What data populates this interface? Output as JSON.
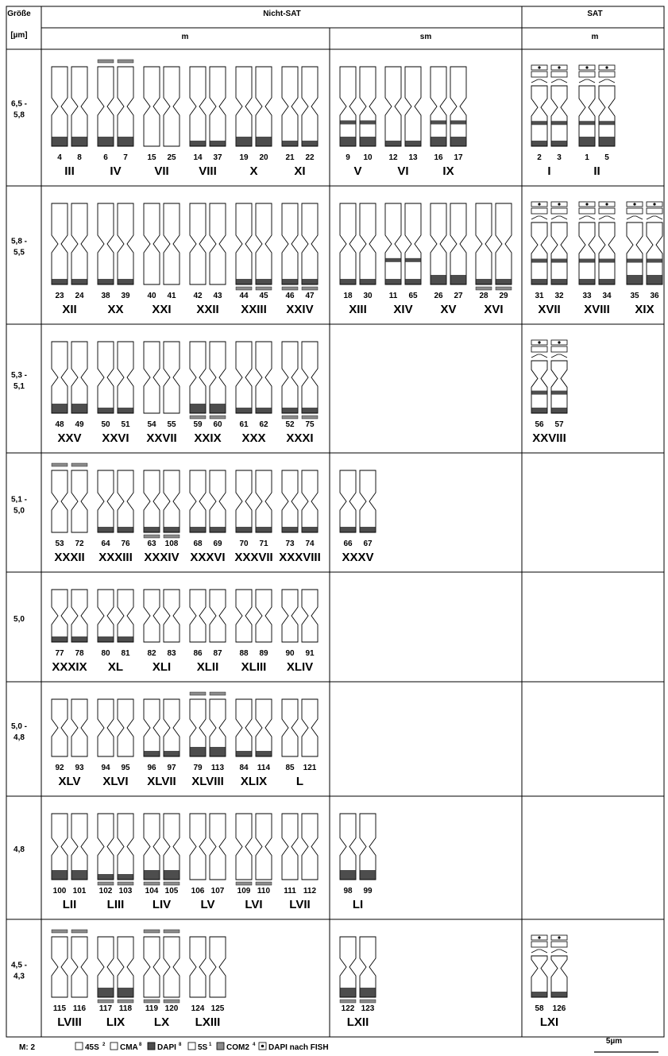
{
  "header": {
    "size_label_line1": "Größe",
    "size_label_line2": "[µm]",
    "group_nonsat": "Nicht-SAT",
    "group_sat": "SAT",
    "type_m": "m",
    "type_sm": "sm",
    "type_m_sat": "m"
  },
  "rows": [
    {
      "size": [
        "6,5 -",
        "5,8"
      ],
      "m": [
        {
          "nums": [
            "4",
            "8"
          ],
          "roman": "III",
          "features": [
            "dapi-bottom"
          ]
        },
        {
          "nums": [
            "6",
            "7"
          ],
          "roman": "IV",
          "features": [
            "dapi-bottom",
            "com2-top"
          ]
        },
        {
          "nums": [
            "15",
            "25"
          ],
          "roman": "VII",
          "features": []
        },
        {
          "nums": [
            "14",
            "37"
          ],
          "roman": "VIII",
          "features": [
            "dapi-bottom-small"
          ]
        },
        {
          "nums": [
            "19",
            "20"
          ],
          "roman": "X",
          "features": [
            "dapi-bottom"
          ]
        },
        {
          "nums": [
            "21",
            "22"
          ],
          "roman": "XI",
          "features": [
            "dapi-bottom-small"
          ]
        }
      ],
      "sm": [
        {
          "nums": [
            "9",
            "10"
          ],
          "roman": "V",
          "features": [
            "dapi-bottom",
            "dapi-band"
          ]
        },
        {
          "nums": [
            "12",
            "13"
          ],
          "roman": "VI",
          "features": [
            "dapi-bottom-small"
          ]
        },
        {
          "nums": [
            "16",
            "17"
          ],
          "roman": "IX",
          "features": [
            "dapi-bottom",
            "dapi-band"
          ]
        }
      ],
      "sat": [
        {
          "nums": [
            "2",
            "3"
          ],
          "roman": "I",
          "features": [
            "sat",
            "dapi-bottom-small",
            "dapi-band"
          ]
        },
        {
          "nums": [
            "1",
            "5"
          ],
          "roman": "II",
          "features": [
            "sat",
            "dapi-bottom",
            "dapi-band"
          ]
        }
      ]
    },
    {
      "size": [
        "5,8 -",
        "5,5"
      ],
      "m": [
        {
          "nums": [
            "23",
            "24"
          ],
          "roman": "XII",
          "features": [
            "dapi-bottom-small"
          ]
        },
        {
          "nums": [
            "38",
            "39"
          ],
          "roman": "XX",
          "features": [
            "dapi-bottom-small"
          ]
        },
        {
          "nums": [
            "40",
            "41"
          ],
          "roman": "XXI",
          "features": []
        },
        {
          "nums": [
            "42",
            "43"
          ],
          "roman": "XXII",
          "features": []
        },
        {
          "nums": [
            "44",
            "45"
          ],
          "roman": "XXIII",
          "features": [
            "dapi-bottom-small",
            "com2-bottom"
          ]
        },
        {
          "nums": [
            "46",
            "47"
          ],
          "roman": "XXIV",
          "features": [
            "dapi-bottom-small",
            "com2-bottom"
          ]
        }
      ],
      "sm": [
        {
          "nums": [
            "18",
            "30"
          ],
          "roman": "XIII",
          "features": [
            "dapi-bottom-small"
          ]
        },
        {
          "nums": [
            "11",
            "65"
          ],
          "roman": "XIV",
          "features": [
            "dapi-bottom-small",
            "dapi-band"
          ]
        },
        {
          "nums": [
            "26",
            "27"
          ],
          "roman": "XV",
          "features": [
            "dapi-bottom"
          ]
        },
        {
          "nums": [
            "28",
            "29"
          ],
          "roman": "XVI",
          "features": [
            "dapi-bottom-small",
            "com2-bottom"
          ]
        }
      ],
      "sat": [
        {
          "nums": [
            "31",
            "32"
          ],
          "roman": "XVII",
          "features": [
            "sat",
            "dapi-bottom-small",
            "dapi-band"
          ]
        },
        {
          "nums": [
            "33",
            "34"
          ],
          "roman": "XVIII",
          "features": [
            "sat",
            "dapi-bottom-small",
            "dapi-band"
          ]
        },
        {
          "nums": [
            "35",
            "36"
          ],
          "roman": "XIX",
          "features": [
            "sat",
            "dapi-bottom",
            "dapi-band"
          ]
        }
      ]
    },
    {
      "size": [
        "5,3 -",
        "5,1"
      ],
      "m": [
        {
          "nums": [
            "48",
            "49"
          ],
          "roman": "XXV",
          "features": [
            "dapi-bottom"
          ]
        },
        {
          "nums": [
            "50",
            "51"
          ],
          "roman": "XXVI",
          "features": [
            "dapi-bottom-small"
          ]
        },
        {
          "nums": [
            "54",
            "55"
          ],
          "roman": "XXVII",
          "features": []
        },
        {
          "nums": [
            "59",
            "60"
          ],
          "roman": "XXIX",
          "features": [
            "dapi-bottom",
            "com2-bottom"
          ]
        },
        {
          "nums": [
            "61",
            "62"
          ],
          "roman": "XXX",
          "features": [
            "dapi-bottom-small"
          ]
        },
        {
          "nums": [
            "52",
            "75"
          ],
          "roman": "XXXI",
          "features": [
            "dapi-bottom-small",
            "com2-bottom"
          ]
        }
      ],
      "sm": [],
      "sat": [
        {
          "nums": [
            "56",
            "57"
          ],
          "roman": "XXVIII",
          "features": [
            "sat",
            "dapi-bottom-small",
            "dapi-band"
          ]
        }
      ]
    },
    {
      "size": [
        "5,1 -",
        "5,0"
      ],
      "m": [
        {
          "nums": [
            "53",
            "72"
          ],
          "roman": "XXXII",
          "features": [
            "com2-top"
          ]
        },
        {
          "nums": [
            "64",
            "76"
          ],
          "roman": "XXXIII",
          "features": [
            "dapi-bottom-small"
          ]
        },
        {
          "nums": [
            "63",
            "108"
          ],
          "roman": "XXXIV",
          "features": [
            "dapi-bottom-small",
            "com2-bottom"
          ]
        },
        {
          "nums": [
            "68",
            "69"
          ],
          "roman": "XXXVI",
          "features": [
            "dapi-bottom-small"
          ]
        },
        {
          "nums": [
            "70",
            "71"
          ],
          "roman": "XXXVII",
          "features": [
            "dapi-bottom-small"
          ]
        },
        {
          "nums": [
            "73",
            "74"
          ],
          "roman": "XXXVIII",
          "features": [
            "dapi-bottom-small"
          ]
        }
      ],
      "sm": [
        {
          "nums": [
            "66",
            "67"
          ],
          "roman": "XXXV",
          "features": [
            "dapi-bottom-small"
          ]
        }
      ],
      "sat": []
    },
    {
      "size": [
        "5,0",
        ""
      ],
      "m": [
        {
          "nums": [
            "77",
            "78"
          ],
          "roman": "XXXIX",
          "features": [
            "dapi-bottom-small"
          ]
        },
        {
          "nums": [
            "80",
            "81"
          ],
          "roman": "XL",
          "features": [
            "dapi-bottom-small"
          ]
        },
        {
          "nums": [
            "82",
            "83"
          ],
          "roman": "XLI",
          "features": []
        },
        {
          "nums": [
            "86",
            "87"
          ],
          "roman": "XLII",
          "features": []
        },
        {
          "nums": [
            "88",
            "89"
          ],
          "roman": "XLIII",
          "features": []
        },
        {
          "nums": [
            "90",
            "91"
          ],
          "roman": "XLIV",
          "features": []
        }
      ],
      "sm": [],
      "sat": []
    },
    {
      "size": [
        "5,0 -",
        "4,8"
      ],
      "m": [
        {
          "nums": [
            "92",
            "93"
          ],
          "roman": "XLV",
          "features": []
        },
        {
          "nums": [
            "94",
            "95"
          ],
          "roman": "XLVI",
          "features": []
        },
        {
          "nums": [
            "96",
            "97"
          ],
          "roman": "XLVII",
          "features": [
            "dapi-bottom-small"
          ]
        },
        {
          "nums": [
            "79",
            "113"
          ],
          "roman": "XLVIII",
          "features": [
            "dapi-bottom",
            "com2-top"
          ]
        },
        {
          "nums": [
            "84",
            "114"
          ],
          "roman": "XLIX",
          "features": [
            "dapi-bottom-small"
          ]
        },
        {
          "nums": [
            "85",
            "121"
          ],
          "roman": "L",
          "features": []
        }
      ],
      "sm": [],
      "sat": []
    },
    {
      "size": [
        "4,8",
        ""
      ],
      "m": [
        {
          "nums": [
            "100",
            "101"
          ],
          "roman": "LII",
          "features": [
            "dapi-bottom"
          ]
        },
        {
          "nums": [
            "102",
            "103"
          ],
          "roman": "LIII",
          "features": [
            "dapi-bottom-small",
            "com2-bottom"
          ]
        },
        {
          "nums": [
            "104",
            "105"
          ],
          "roman": "LIV",
          "features": [
            "dapi-bottom",
            "com2-bottom"
          ]
        },
        {
          "nums": [
            "106",
            "107"
          ],
          "roman": "LV",
          "features": []
        },
        {
          "nums": [
            "109",
            "110"
          ],
          "roman": "LVI",
          "features": [
            "com2-bottom"
          ]
        },
        {
          "nums": [
            "111",
            "112"
          ],
          "roman": "LVII",
          "features": []
        }
      ],
      "sm": [
        {
          "nums": [
            "98",
            "99"
          ],
          "roman": "LI",
          "features": [
            "dapi-bottom"
          ]
        }
      ],
      "sat": []
    },
    {
      "size": [
        "4,5 -",
        "4,3"
      ],
      "m": [
        {
          "nums": [
            "115",
            "116"
          ],
          "roman": "LVIII",
          "features": [
            "com2-top"
          ]
        },
        {
          "nums": [
            "117",
            "118"
          ],
          "roman": "LIX",
          "features": [
            "dapi-bottom",
            "com2-bottom"
          ]
        },
        {
          "nums": [
            "119",
            "120"
          ],
          "roman": "LX",
          "features": [
            "com2-top",
            "com2-bottom"
          ]
        },
        {
          "nums": [
            "124",
            "125"
          ],
          "roman": "LXIII",
          "features": []
        }
      ],
      "sm": [
        {
          "nums": [
            "122",
            "123"
          ],
          "roman": "LXII",
          "features": [
            "dapi-bottom",
            "com2-bottom"
          ]
        }
      ],
      "sat": [
        {
          "nums": [
            "58",
            "126"
          ],
          "roman": "LXI",
          "features": [
            "sat",
            "dapi-bottom-small"
          ]
        }
      ]
    }
  ],
  "footer": {
    "m_value": "M: 2",
    "legend_45s": "45S",
    "legend_45s_sup": "2",
    "legend_cma": "CMA",
    "legend_cma_sup": "8",
    "legend_dapi": "DAPI",
    "legend_dapi_sup": "8",
    "legend_5s": "5S",
    "legend_5s_sup": "1",
    "legend_com2": "COM2",
    "legend_com2_sup": "4",
    "legend_dapi_fish": "DAPI nach FISH",
    "scale_label": "5µm"
  },
  "colors": {
    "dapi": "#4d4d4d",
    "com2": "#8c8c8c",
    "cma": "#ffffff",
    "line": "#000000"
  }
}
